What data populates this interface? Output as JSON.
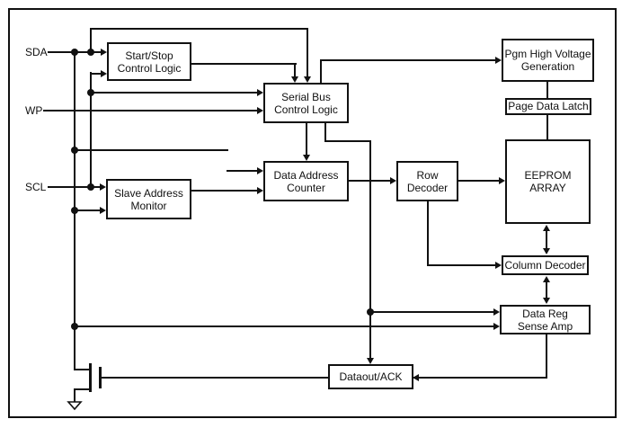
{
  "pins": {
    "sda": "SDA",
    "wp": "WP",
    "scl": "SCL"
  },
  "blocks": {
    "start_stop": {
      "line1": "Start/Stop",
      "line2": "Control Logic"
    },
    "serial_bus": {
      "line1": "Serial Bus",
      "line2": "Control Logic"
    },
    "slave_monitor": {
      "line1": "Slave Address",
      "line2": "Monitor"
    },
    "data_addr_counter": {
      "line1": "Data Address",
      "line2": "Counter"
    },
    "row_decoder": {
      "line1": "Row",
      "line2": "Decoder"
    },
    "eeprom_array": {
      "line1": "EEPROM",
      "line2": "ARRAY"
    },
    "pgm_high_voltage": {
      "line1": "Pgm High Voltage",
      "line2": "Generation"
    },
    "page_data_latch": {
      "line1": "Page Data Latch"
    },
    "column_decoder": {
      "line1": "Column Decoder"
    },
    "data_reg_sense_amp": {
      "line1": "Data Reg",
      "line2": "Sense Amp"
    },
    "dataout_ack": {
      "line1": "Dataout/ACK"
    }
  },
  "colors": {
    "line": "#111111",
    "background": "#ffffff"
  }
}
